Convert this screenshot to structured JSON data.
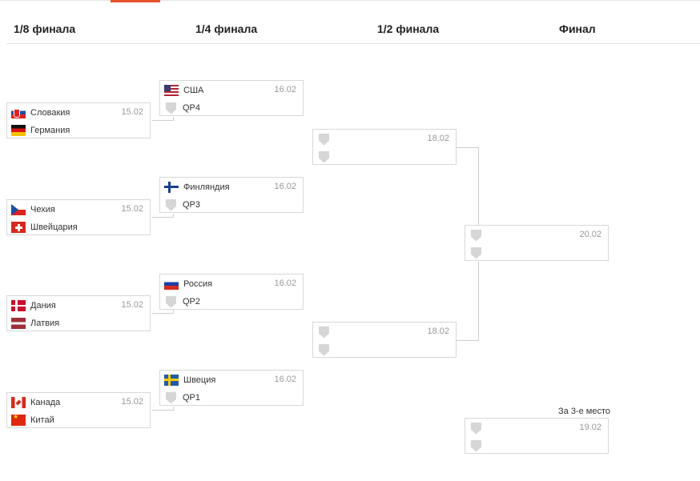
{
  "rounds": {
    "r16": "1/8 финала",
    "qf": "1/4 финала",
    "sf": "1/2 финала",
    "final": "Финал"
  },
  "third_place_label": "За 3-е место",
  "colors": {
    "accent": "#e8512c",
    "border": "#d8d8d8",
    "date": "#999999"
  },
  "r16_matches": [
    {
      "date": "15.02",
      "team1": "Словакия",
      "team2": "Германия",
      "flag1": "slovakia-flag-icon",
      "flag2": "germany-flag-icon"
    },
    {
      "date": "15.02",
      "team1": "Чехия",
      "team2": "Швейцария",
      "flag1": "czech-flag-icon",
      "flag2": "swiss-flag-icon"
    },
    {
      "date": "15.02",
      "team1": "Дания",
      "team2": "Латвия",
      "flag1": "denmark-flag-icon",
      "flag2": "latvia-flag-icon"
    },
    {
      "date": "15.02",
      "team1": "Канада",
      "team2": "Китай",
      "flag1": "canada-flag-icon",
      "flag2": "china-flag-icon"
    }
  ],
  "qf_matches": [
    {
      "date": "16.02",
      "team1": "США",
      "team2": "QP4",
      "flag1": "usa-flag-icon"
    },
    {
      "date": "16.02",
      "team1": "Финляндия",
      "team2": "QP3",
      "flag1": "finland-flag-icon"
    },
    {
      "date": "16.02",
      "team1": "Россия",
      "team2": "QP2",
      "flag1": "russia-flag-icon"
    },
    {
      "date": "16.02",
      "team1": "Швеция",
      "team2": "QP1",
      "flag1": "sweden-flag-icon"
    }
  ],
  "sf_matches": [
    {
      "date": "18.02"
    },
    {
      "date": "18.02"
    }
  ],
  "final_match": {
    "date": "20.02"
  },
  "third_place_match": {
    "date": "19.02"
  }
}
